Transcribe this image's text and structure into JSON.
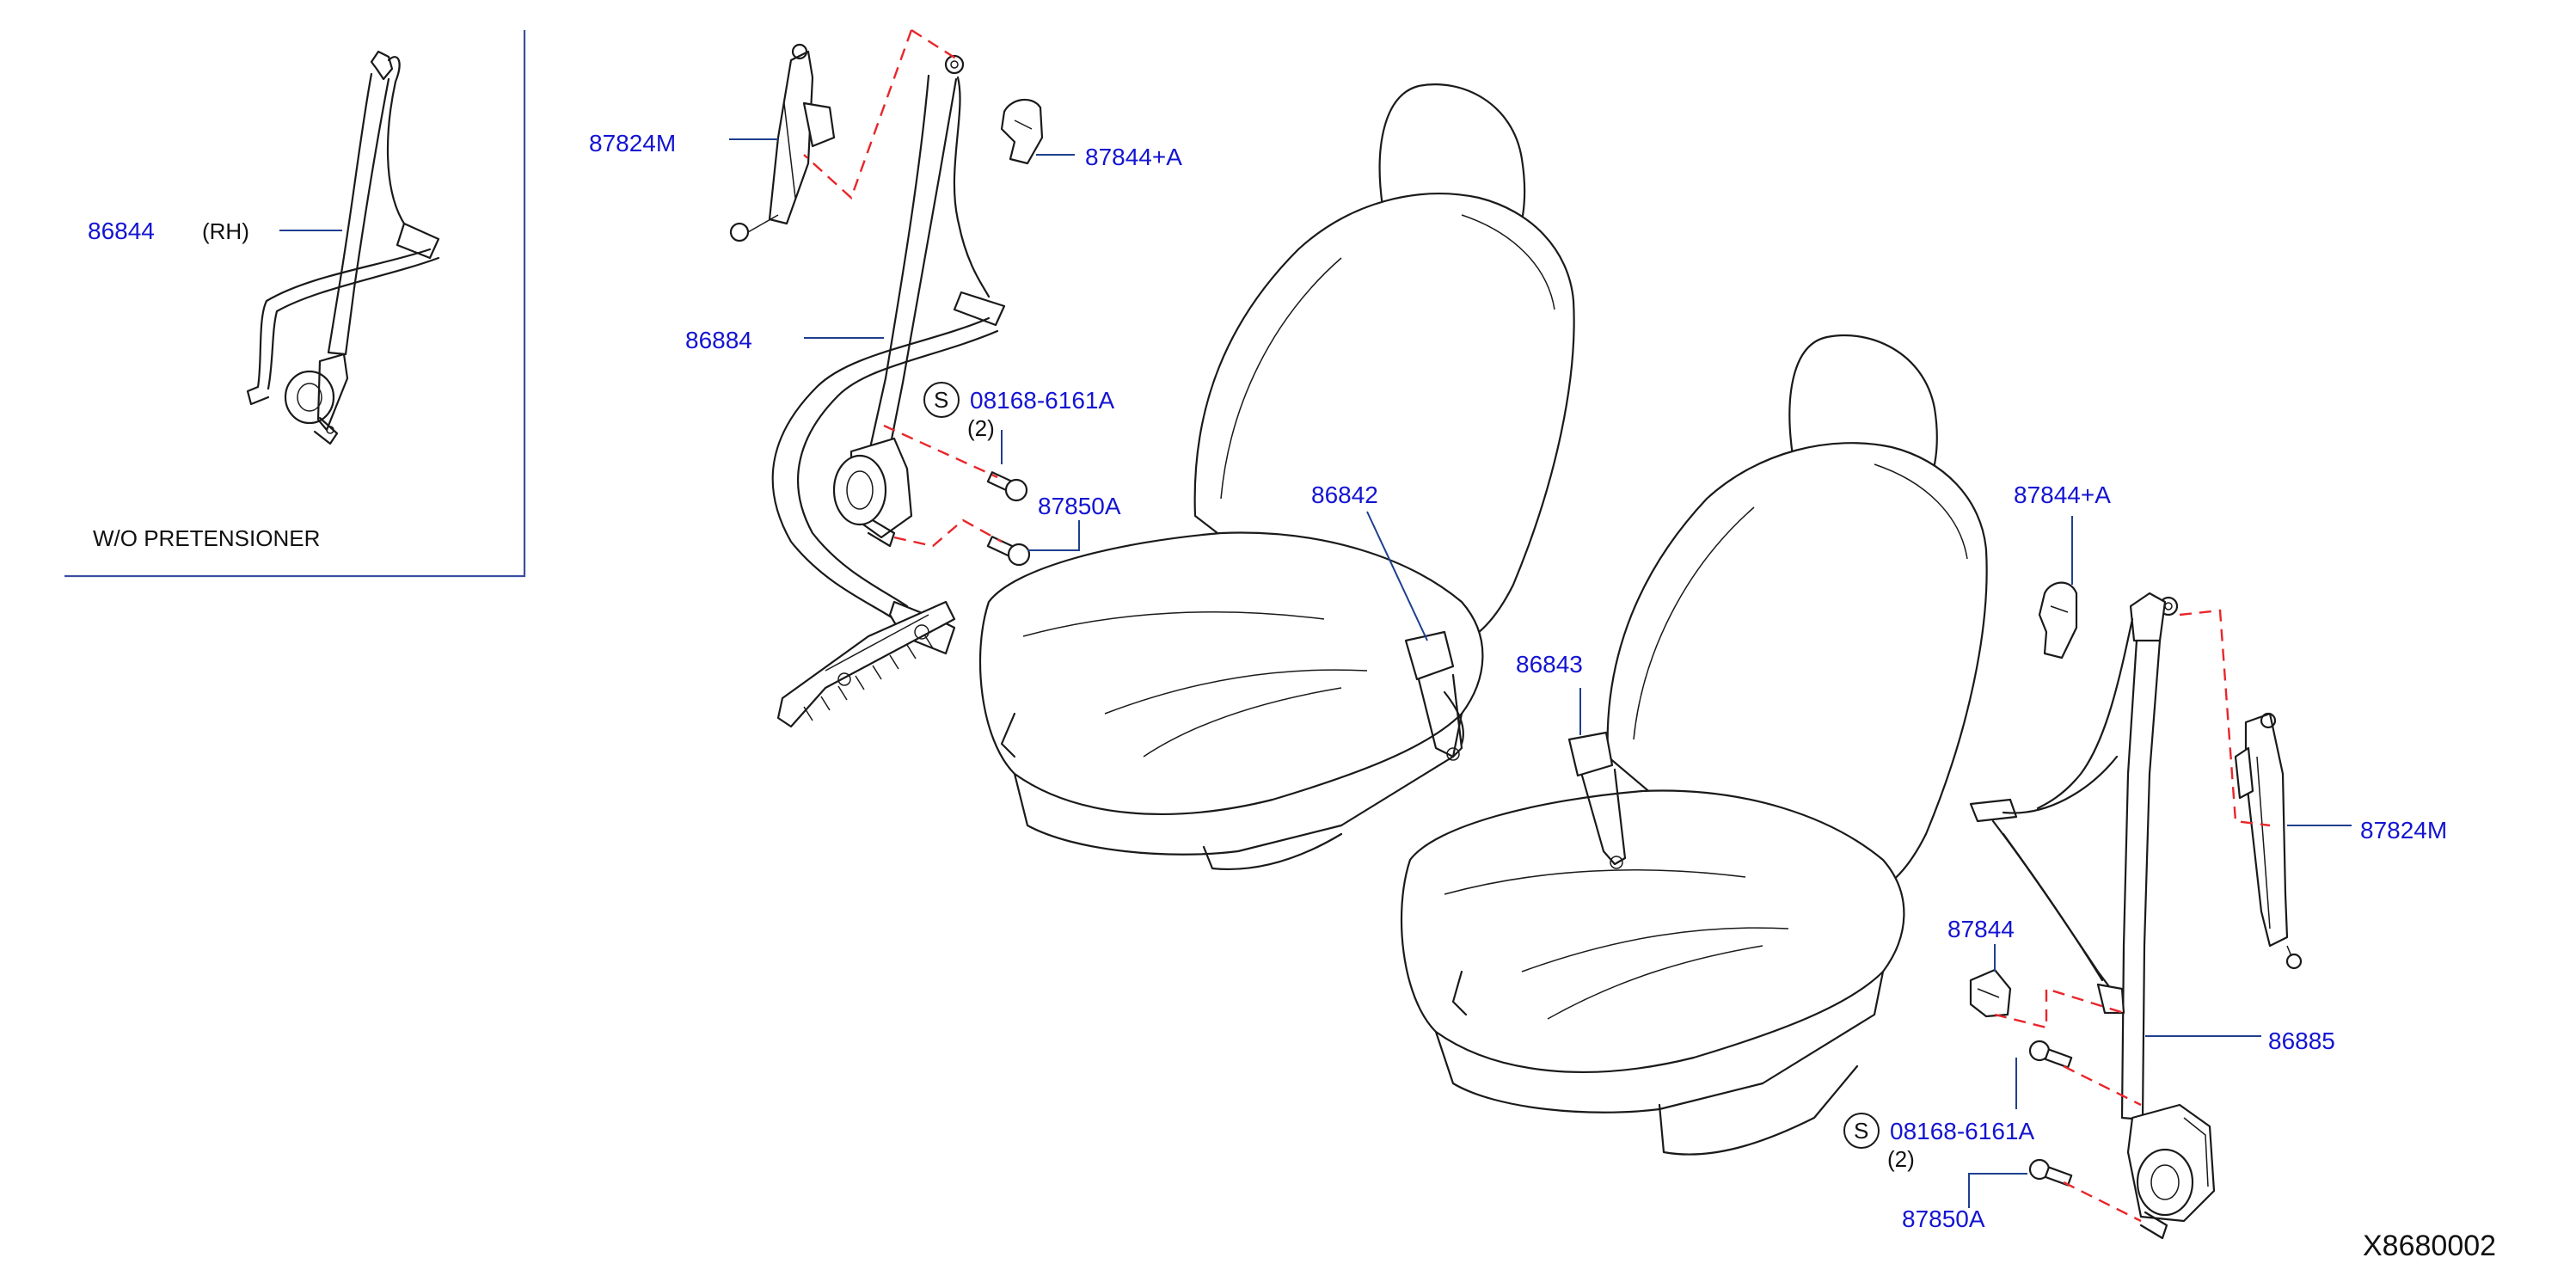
{
  "diagram": {
    "code": "X8680002",
    "inset": {
      "part_label": "86844",
      "side_note": "(RH)",
      "footer_note": "W/O   PRETENSIONER"
    },
    "labels": {
      "left_guide": "87824M",
      "left_clip": "87844+A",
      "left_belt": "86884",
      "left_screw_code": "08168-6161A",
      "left_screw_qty": "(2)",
      "left_bolt": "87850A",
      "buckle_left": "86842",
      "buckle_right": "86843",
      "right_clip": "87844+A",
      "right_guide": "87824M",
      "right_cover": "87844",
      "right_belt": "86885",
      "right_screw_code": "08168-6161A",
      "right_screw_qty": "(2)",
      "right_bolt": "87850A"
    },
    "symbols": {
      "standard_part_mark": "S"
    },
    "colors": {
      "part_number": "#1414d2",
      "leader_line": "#1f3f8f",
      "mounting_dash": "#e8262b",
      "linework": "#1a1a1a"
    }
  }
}
